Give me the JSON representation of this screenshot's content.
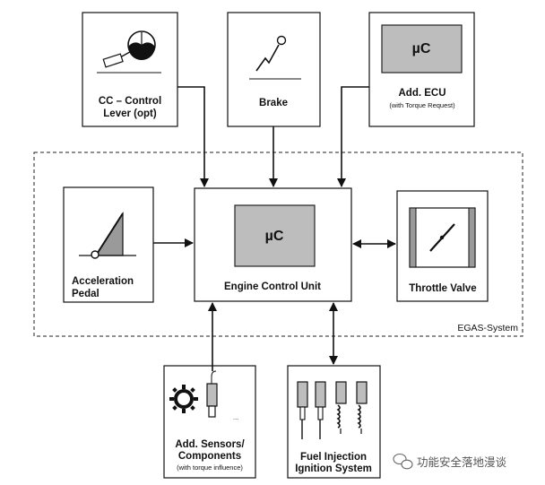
{
  "blocks": {
    "cc_lever": {
      "line1": "CC – Control",
      "line2": "Lever (opt)"
    },
    "brake": {
      "label": "Brake"
    },
    "add_ecu": {
      "chip": "µC",
      "label": "Add. ECU",
      "sublabel": "(with Torque Request)"
    },
    "accel_pedal": {
      "line1": "Acceleration",
      "line2": "Pedal"
    },
    "ecu": {
      "chip": "µC",
      "label": "Engine Control Unit"
    },
    "throttle": {
      "label": "Throttle Valve"
    },
    "sensors": {
      "ellipsis": "...",
      "line1": "Add. Sensors/",
      "line2": "Components",
      "sublabel": "(with torque influence)"
    },
    "fuel": {
      "line1": "Fuel Injection",
      "line2": "Ignition System"
    }
  },
  "system_label": "EGAS-System",
  "watermark": "功能安全落地漫谈",
  "colors": {
    "chip_fill": "#bdbdbd",
    "line": "#111111"
  }
}
